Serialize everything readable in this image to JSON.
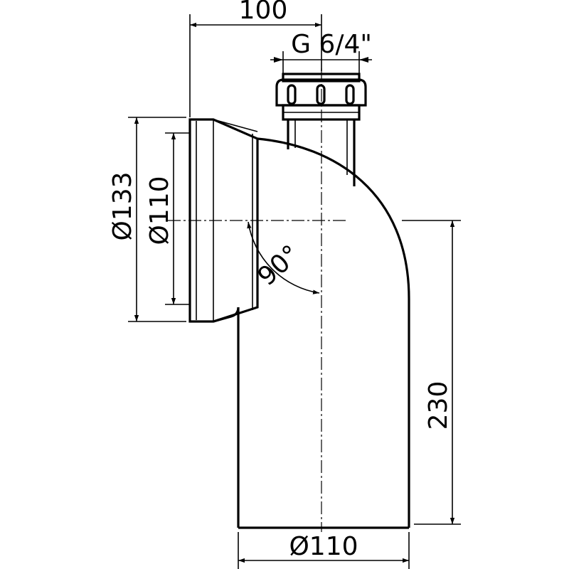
{
  "dimensions": {
    "offset_width": "100",
    "thread": "G 6/4\"",
    "socket_outer_diameter": "Ø133",
    "socket_inner_diameter": "Ø110",
    "angle": "90°",
    "height": "230",
    "pipe_diameter": "Ø110"
  }
}
